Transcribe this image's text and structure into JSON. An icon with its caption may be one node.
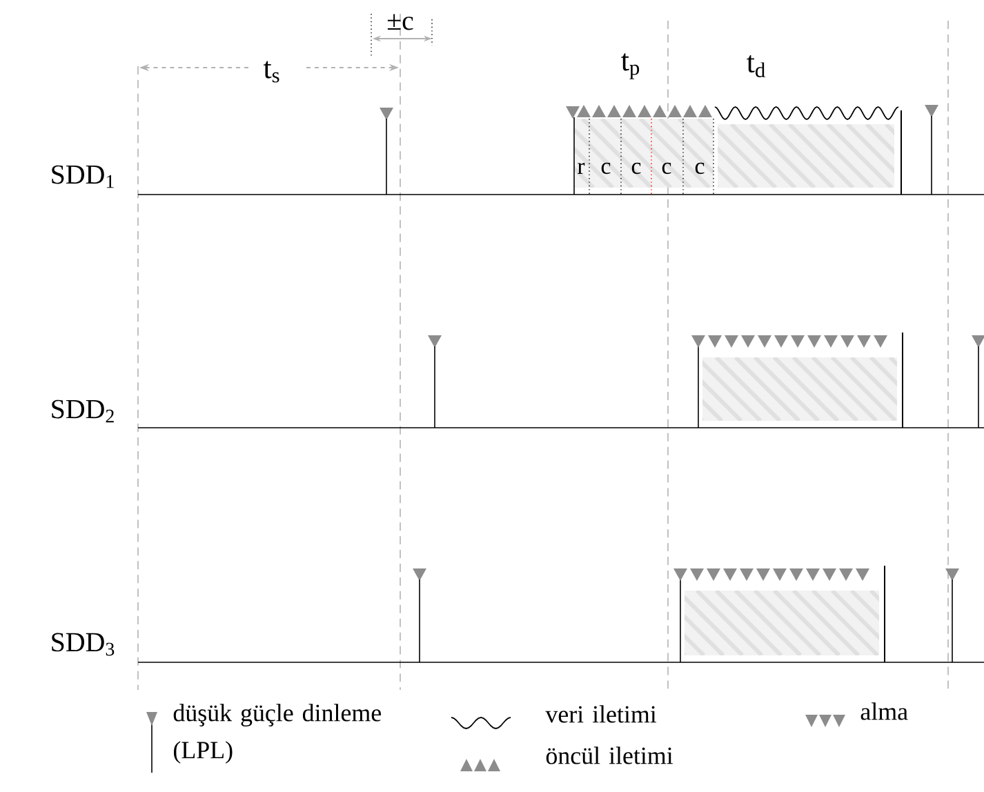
{
  "diagram": {
    "labels": [
      "±c",
      "t$_{s}$",
      "t$_{p}$",
      "t$_{d}$",
      "SDD$_{1}$",
      "r",
      "c",
      "c",
      "c",
      "c",
      "SDD$_{2}$",
      "SDD$_{3}$"
    ],
    "legend": [
      {
        "text": "düşük güçle dinleme (LPL)"
      },
      {
        "text": "veri iletimi"
      },
      {
        "text": "alma"
      },
      {
        "text": "öncül iletimi"
      }
    ]
  }
}
